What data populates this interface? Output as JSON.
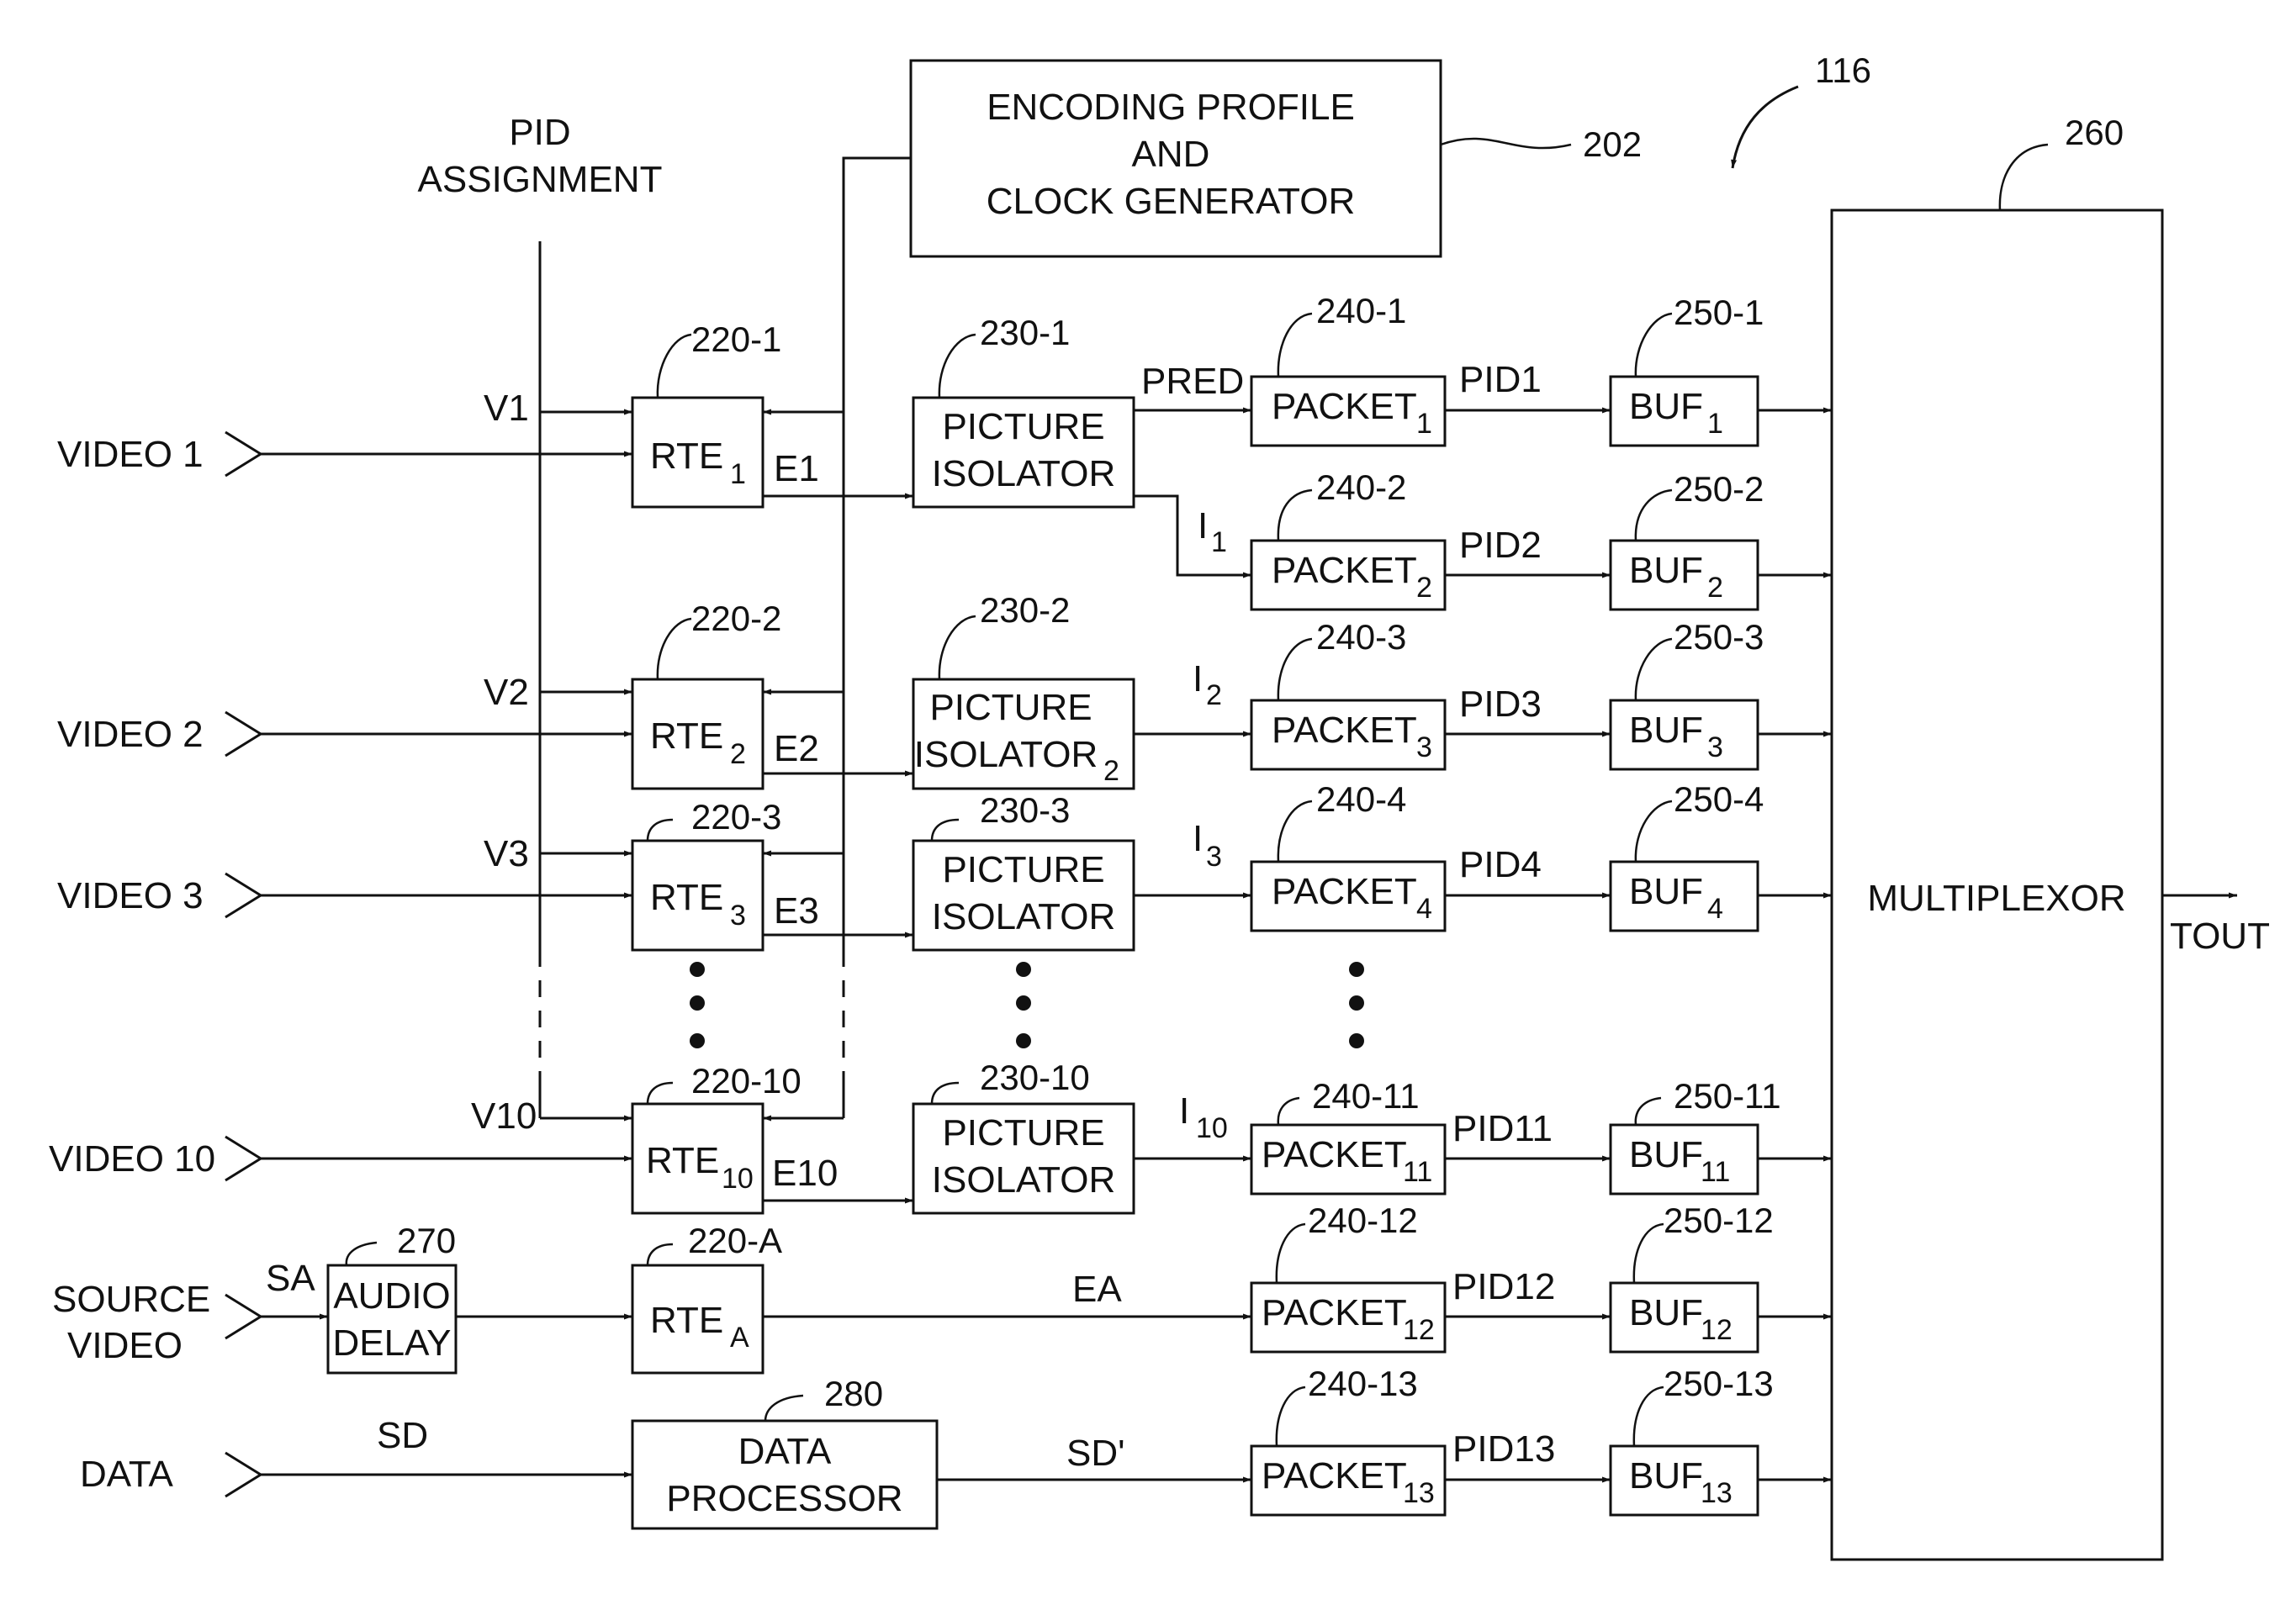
{
  "figure": {
    "ref": "116",
    "pid_header": [
      "PID",
      "ASSIGNMENT"
    ],
    "encoder": {
      "lines": [
        "ENCODING PROFILE",
        "AND",
        "CLOCK GENERATOR"
      ],
      "ref": "202"
    },
    "mux": {
      "label": "MULTIPLEXOR",
      "ref": "260",
      "output": "TOUT"
    },
    "inputs": {
      "video1": "VIDEO 1",
      "video2": "VIDEO 2",
      "video3": "VIDEO 3",
      "video10": "VIDEO 10",
      "source": [
        "SOURCE",
        "VIDEO"
      ],
      "data": "DATA"
    },
    "signals": {
      "v1": "V1",
      "v2": "V2",
      "v3": "V3",
      "v10": "V10",
      "e1": "E1",
      "e2": "E2",
      "e3": "E3",
      "e10": "E10",
      "pred": "PRED",
      "i": "I",
      "i1": "1",
      "i2": "2",
      "i3": "3",
      "i10": "10",
      "sa": "SA",
      "ea": "EA",
      "sd": "SD",
      "sdp": "SD'"
    },
    "rte": {
      "name": "RTE",
      "subs": [
        "1",
        "2",
        "3",
        "10",
        "A"
      ],
      "refs": [
        "220-1",
        "220-2",
        "220-3",
        "220-10",
        "220-A"
      ]
    },
    "isolator": {
      "line1": "PICTURE",
      "line2": "ISOLATOR",
      "sub2": "2",
      "refs": [
        "230-1",
        "230-2",
        "230-3",
        "230-10"
      ]
    },
    "packet": {
      "name": "PACKET",
      "subs": [
        "1",
        "2",
        "3",
        "4",
        "11",
        "12",
        "13"
      ],
      "refs": [
        "240-1",
        "240-2",
        "240-3",
        "240-4",
        "240-11",
        "240-12",
        "240-13"
      ],
      "pids": [
        "PID1",
        "PID2",
        "PID3",
        "PID4",
        "PID11",
        "PID12",
        "PID13"
      ]
    },
    "buf": {
      "name": "BUF",
      "subs": [
        "1",
        "2",
        "3",
        "4",
        "11",
        "12",
        "13"
      ],
      "refs": [
        "250-1",
        "250-2",
        "250-3",
        "250-4",
        "250-11",
        "250-12",
        "250-13"
      ]
    },
    "audio": {
      "lines": [
        "AUDIO",
        "DELAY"
      ],
      "ref": "270"
    },
    "dataproc": {
      "lines": [
        "DATA",
        "PROCESSOR"
      ],
      "ref": "280"
    }
  }
}
